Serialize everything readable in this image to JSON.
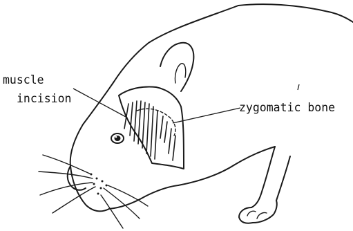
{
  "labels": {
    "muscle_line1": "muscle",
    "muscle_line2": "incision",
    "zygomatic": "zygomatic bone"
  },
  "colors": {
    "ink": "#1a1a1a",
    "background": "#ffffff"
  }
}
